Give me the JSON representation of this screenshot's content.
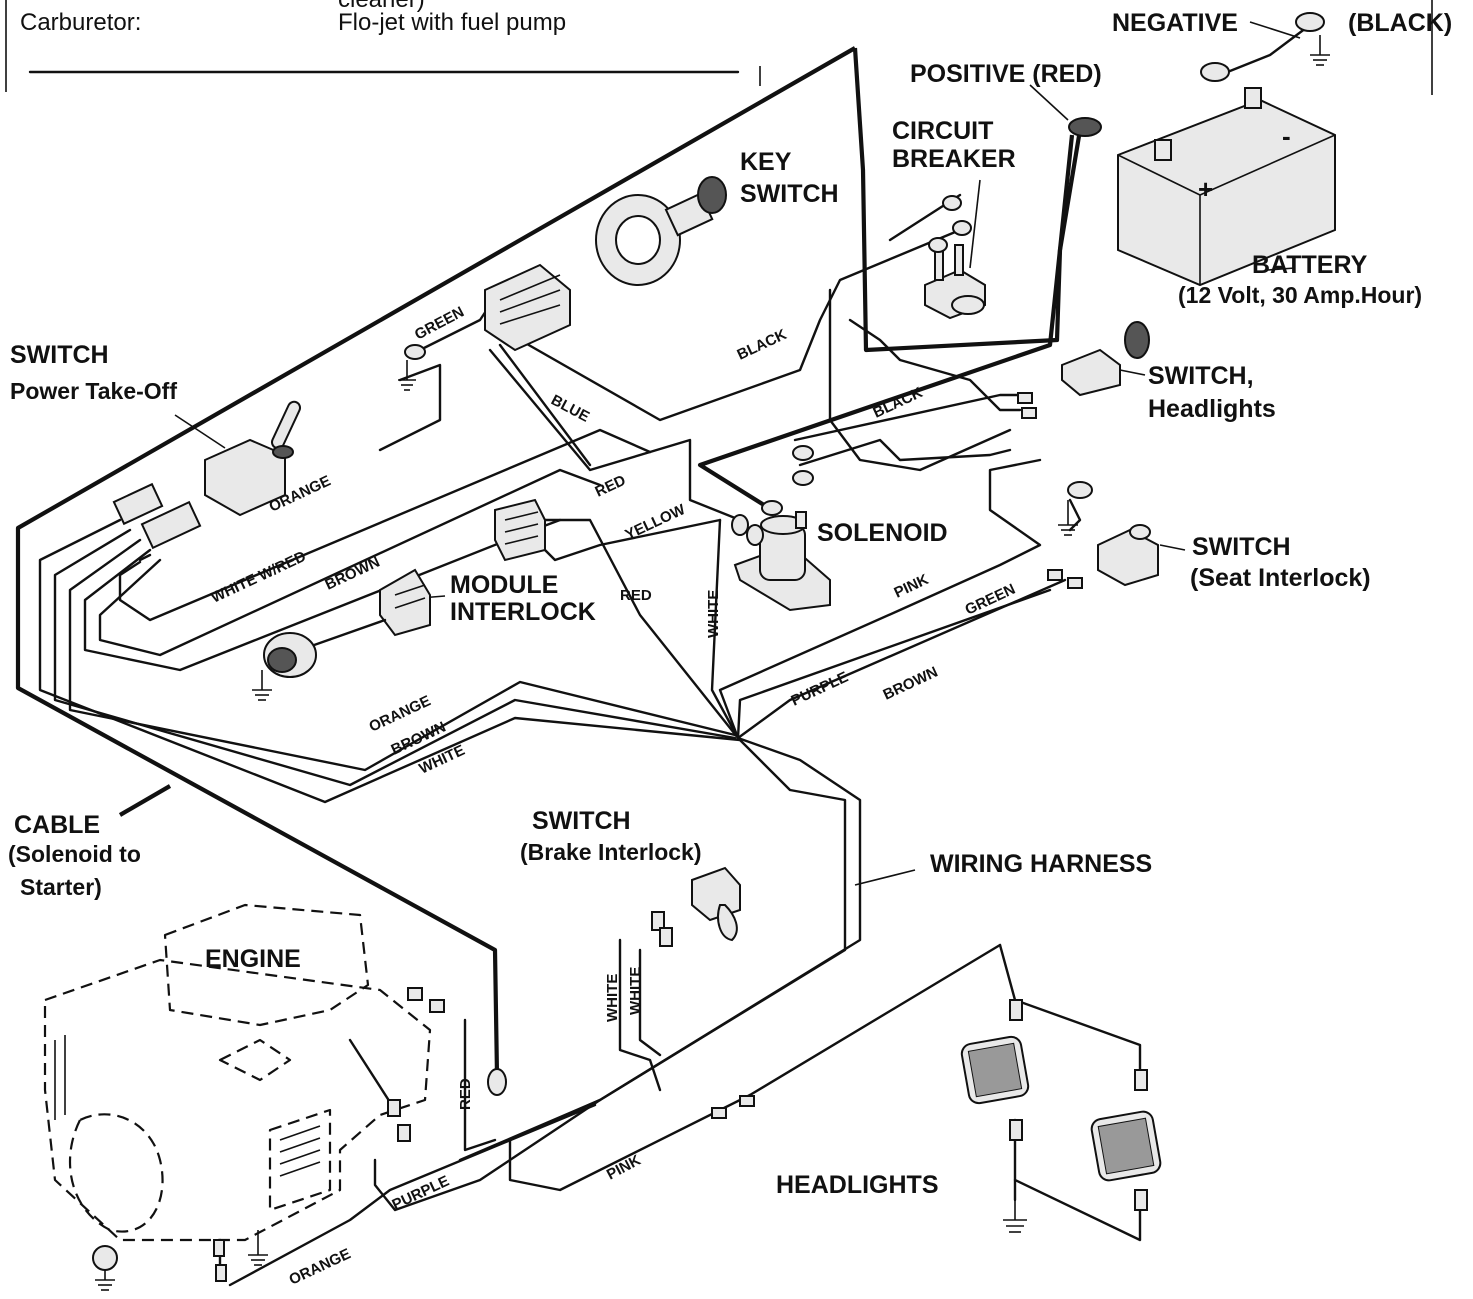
{
  "header": {
    "top_cut_text": "cleaner)",
    "carburetor_label": "Carburetor:",
    "carburetor_value": "Flo-jet with fuel pump"
  },
  "components": {
    "negative": "NEGATIVE",
    "black": "(BLACK)",
    "positive": "POSITIVE (RED)",
    "circuit_breaker_1": "CIRCUIT",
    "circuit_breaker_2": "BREAKER",
    "key_switch_1": "KEY",
    "key_switch_2": "SWITCH",
    "battery_1": "BATTERY",
    "battery_2": "(12 Volt, 30 Amp.Hour)",
    "battery_minus": "-",
    "battery_plus": "+",
    "pto_switch_1": "SWITCH",
    "pto_switch_2": "Power Take-Off",
    "headlights_switch_1": "SWITCH,",
    "headlights_switch_2": "Headlights",
    "solenoid": "SOLENOID",
    "module_interlock_1": "MODULE",
    "module_interlock_2": "INTERLOCK",
    "seat_switch_1": "SWITCH",
    "seat_switch_2": "(Seat Interlock)",
    "cable_1": "CABLE",
    "cable_2": "(Solenoid to",
    "cable_3": "Starter)",
    "brake_switch_1": "SWITCH",
    "brake_switch_2": "(Brake Interlock)",
    "wiring_harness": "WIRING HARNESS",
    "engine": "ENGINE",
    "headlights": "HEADLIGHTS"
  },
  "wires": {
    "green_key": "GREEN",
    "black_key": "BLACK",
    "black_solenoid": "BLACK",
    "blue": "BLUE",
    "orange_pto": "ORANGE",
    "white_red": "WHITE W/RED",
    "red_module": "RED",
    "yellow": "YELLOW",
    "brown_module": "BROWN",
    "red_harness": "RED",
    "white_solenoid": "WHITE",
    "pink_seat": "PINK",
    "green_seat": "GREEN",
    "purple_harness": "PURPLE",
    "brown_seat": "BROWN",
    "orange_loop": "ORANGE",
    "brown_loop": "BROWN",
    "white_loop": "WHITE",
    "white_brake_1": "WHITE",
    "white_brake_2": "WHITE",
    "red_engine": "RED",
    "purple_engine": "PURPLE",
    "pink_lights": "PINK",
    "orange_engine": "ORANGE"
  }
}
